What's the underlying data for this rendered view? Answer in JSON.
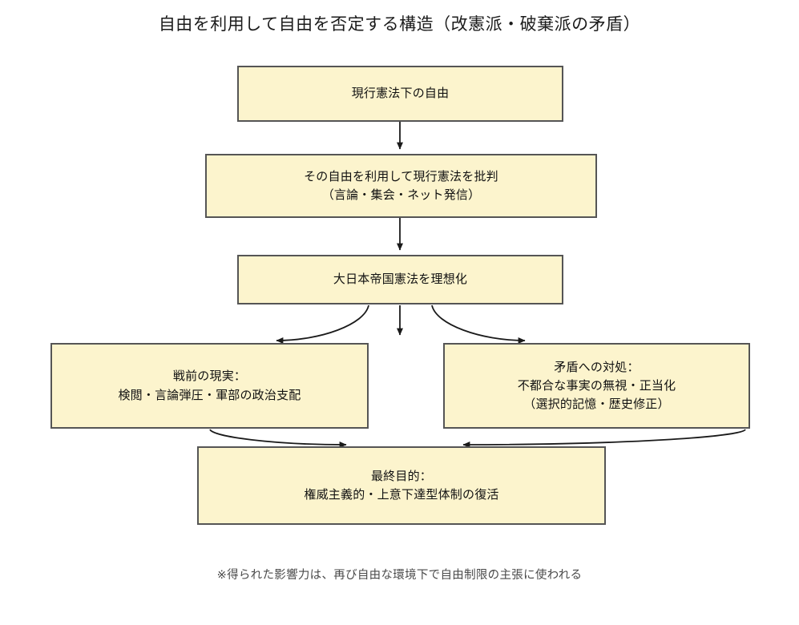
{
  "diagram": {
    "title": "自由を利用して自由を否定する構造（改憲派・破棄派の矛盾）",
    "footnote": "※得られた影響力は、再び自由な環境下で自由制限の主張に使われる",
    "node_fill": "#fcf4cd",
    "node_border": "#555555",
    "edge_color": "#1a1a1a",
    "background": "#ffffff",
    "nodes": [
      {
        "id": "n1",
        "name": "current-constitution-freedom",
        "lines": [
          "現行憲法下の自由"
        ]
      },
      {
        "id": "n2",
        "name": "criticize-constitution-using-freedom",
        "lines": [
          "その自由を利用して現行憲法を批判",
          "（言論・集会・ネット発信）"
        ]
      },
      {
        "id": "n3",
        "name": "idealize-meiji-constitution",
        "lines": [
          "大日本帝国憲法を理想化"
        ]
      },
      {
        "id": "n4",
        "name": "prewar-reality",
        "lines": [
          "戦前の現実：",
          "検閲・言論弾圧・軍部の政治支配"
        ]
      },
      {
        "id": "n5",
        "name": "handling-contradiction",
        "lines": [
          "矛盾への対処：",
          "不都合な事実の無視・正当化",
          "（選択的記憶・歴史修正）"
        ]
      },
      {
        "id": "n6",
        "name": "final-goal",
        "lines": [
          "最終目的：",
          "権威主義的・上意下達型体制の復活"
        ]
      }
    ],
    "edges": [
      {
        "name": "edge-n1-to-n2",
        "from": "n1",
        "to": "n2",
        "style": "straight"
      },
      {
        "name": "edge-n2-to-n3",
        "from": "n2",
        "to": "n3",
        "style": "straight"
      },
      {
        "name": "edge-n3-to-n4",
        "from": "n3",
        "to": "n4",
        "style": "curve-left"
      },
      {
        "name": "edge-n3-down",
        "from": "n3",
        "to": "",
        "style": "straight-stub"
      },
      {
        "name": "edge-n3-to-n5",
        "from": "n3",
        "to": "n5",
        "style": "curve-right"
      },
      {
        "name": "edge-n4-to-n6",
        "from": "n4",
        "to": "n6",
        "style": "curve-right"
      },
      {
        "name": "edge-n5-to-n6",
        "from": "n5",
        "to": "n6",
        "style": "curve-left"
      }
    ]
  }
}
